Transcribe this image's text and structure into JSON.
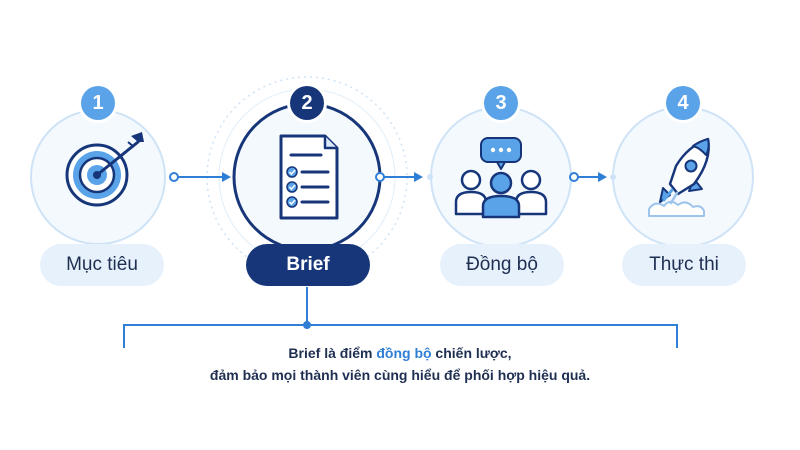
{
  "steps": [
    {
      "number": "1",
      "label": "Mục tiêu",
      "icon": "target-icon"
    },
    {
      "number": "2",
      "label": "Brief",
      "icon": "document-checklist-icon"
    },
    {
      "number": "3",
      "label": "Đồng bộ",
      "icon": "team-chat-icon"
    },
    {
      "number": "4",
      "label": "Thực thi",
      "icon": "rocket-icon"
    }
  ],
  "caption": {
    "line1_before": "Brief là điểm ",
    "line1_highlight": "đồng bộ",
    "line1_after": " chiến lược,",
    "line2": "đảm bảo mọi thành viên cùng hiểu để phối hợp hiệu quả."
  },
  "colors": {
    "accent": "#2f7fd6",
    "dark_navy": "#17367a",
    "light_blue": "#5aa3e8",
    "pale_blue": "#e6f1fc"
  }
}
